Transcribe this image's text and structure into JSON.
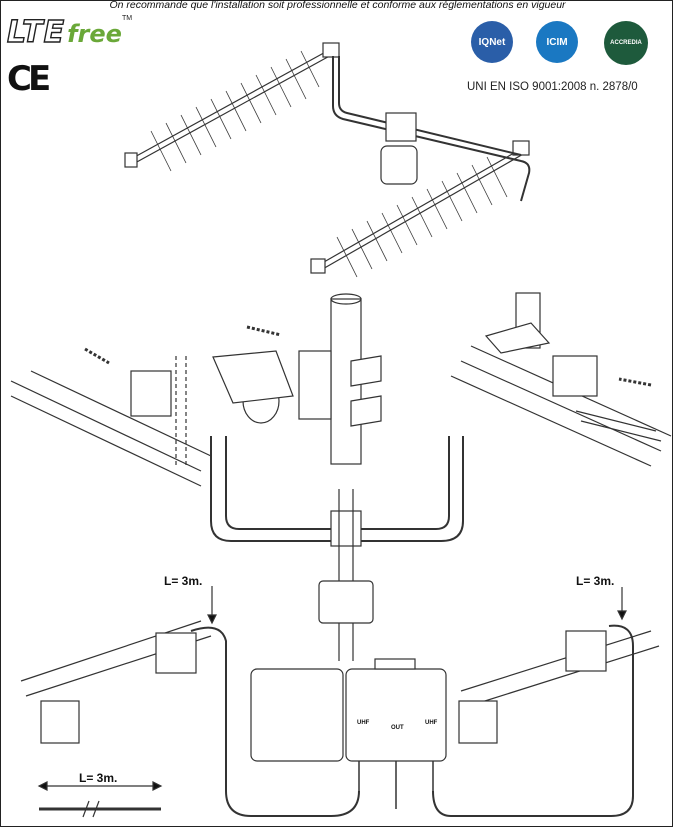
{
  "notice": "On recommande que l'installation soit professionnelle et conforme aux réglementations en vigueur",
  "logo": {
    "lte": "LTE",
    "free": "free",
    "tm": "TM"
  },
  "ce_mark": "CE",
  "certifications": [
    {
      "name": "IQNet",
      "color": "#2a5ea8"
    },
    {
      "name": "ICIM",
      "color": "#1a78c2"
    },
    {
      "name": "ACCREDIA",
      "color": "#1e5a3c"
    }
  ],
  "iso_text": "UNI EN ISO 9001:2008 n. 2878/0",
  "cable_labels": {
    "left": "L= 3m.",
    "right": "L= 3m.",
    "bottom": "L= 3m."
  },
  "box_labels": {
    "uhf_left": "UHF",
    "out": "OUT",
    "uhf_right": "UHF"
  }
}
